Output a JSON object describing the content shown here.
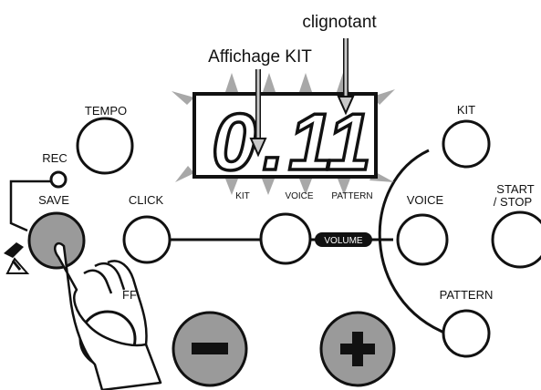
{
  "annotations": {
    "blinking": "clignotant",
    "kit_display": "Affichage KIT"
  },
  "display": {
    "digits": [
      "0.",
      "1",
      "1"
    ],
    "labels": [
      "KIT",
      "VOICE",
      "PATTERN"
    ]
  },
  "buttons": {
    "tempo": "TEMPO",
    "rec": "REC",
    "save": "SAVE",
    "click": "CLICK",
    "kit": "KIT",
    "voice": "VOICE",
    "start_stop_line1": "START",
    "start_stop_line2": "/ STOP",
    "pattern": "PATTERN",
    "partial_off": "FF",
    "minus": "−",
    "plus": "+"
  },
  "volume_label": "VOLUME",
  "colors": {
    "gray_button": "#9a9a9a",
    "blink_marks": "#a8a8a8",
    "ink": "#111111",
    "background": "#ffffff"
  },
  "icons": [
    "hand-pointer-icon",
    "pedal-icon",
    "rec-led-icon"
  ]
}
